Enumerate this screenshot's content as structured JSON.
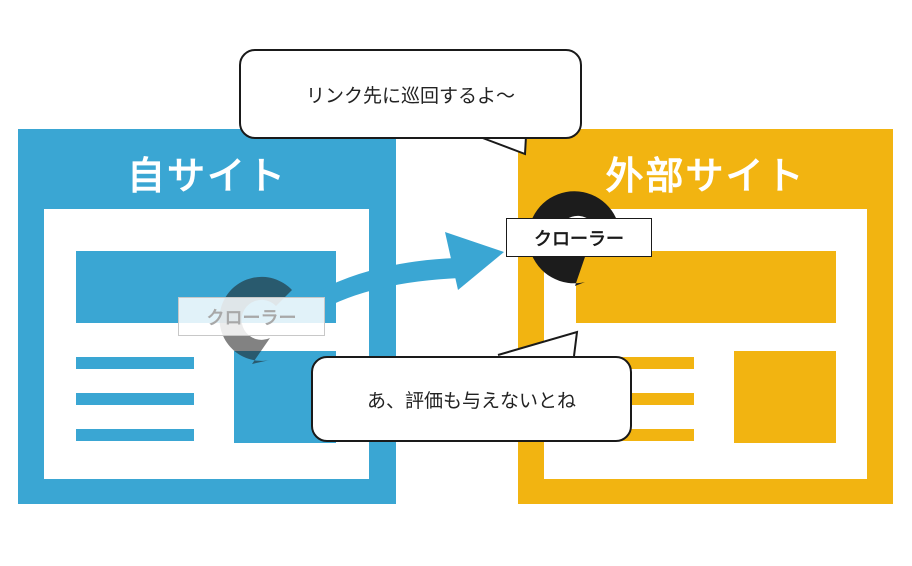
{
  "colors": {
    "own_site": "#3aa6d3",
    "external_site": "#f2b411",
    "crawler_icon": "#1c1c1c",
    "arrow": "#3aa6d3"
  },
  "own_site": {
    "title": "自サイト"
  },
  "external_site": {
    "title": "外部サイト"
  },
  "crawler": {
    "faded_label": "クローラー",
    "active_label": "クローラー",
    "icon": "crawler-arc-icon"
  },
  "bubbles": {
    "top": "リンク先に巡回するよ〜",
    "bottom": "あ、評価も与えないとね"
  }
}
